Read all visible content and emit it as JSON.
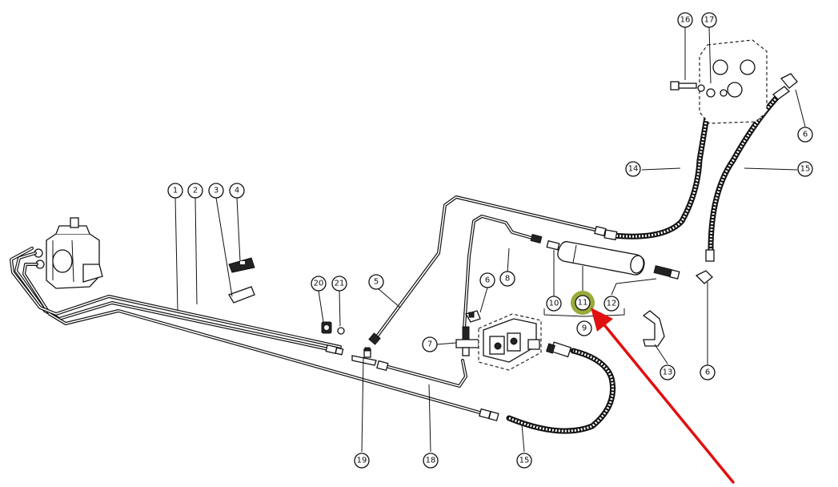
{
  "callouts": [
    {
      "id": "c1",
      "label": "1"
    },
    {
      "id": "c2",
      "label": "2"
    },
    {
      "id": "c3",
      "label": "3"
    },
    {
      "id": "c4",
      "label": "4"
    },
    {
      "id": "c5",
      "label": "5"
    },
    {
      "id": "c6a",
      "label": "6"
    },
    {
      "id": "c6b",
      "label": "6"
    },
    {
      "id": "c6c",
      "label": "6"
    },
    {
      "id": "c7",
      "label": "7"
    },
    {
      "id": "c8",
      "label": "8"
    },
    {
      "id": "c9",
      "label": "9"
    },
    {
      "id": "c10",
      "label": "10"
    },
    {
      "id": "c11",
      "label": "11",
      "highlight": "#9aab3a"
    },
    {
      "id": "c12",
      "label": "12"
    },
    {
      "id": "c13",
      "label": "13"
    },
    {
      "id": "c14",
      "label": "14"
    },
    {
      "id": "c15a",
      "label": "15"
    },
    {
      "id": "c15b",
      "label": "15"
    },
    {
      "id": "c16",
      "label": "16"
    },
    {
      "id": "c17",
      "label": "17"
    },
    {
      "id": "c18",
      "label": "18"
    },
    {
      "id": "c19",
      "label": "19"
    },
    {
      "id": "c20",
      "label": "20"
    },
    {
      "id": "c21",
      "label": "21"
    }
  ],
  "colors": {
    "line": "#111111",
    "highlight": "#9aab3a",
    "arrow": "#e01010"
  }
}
